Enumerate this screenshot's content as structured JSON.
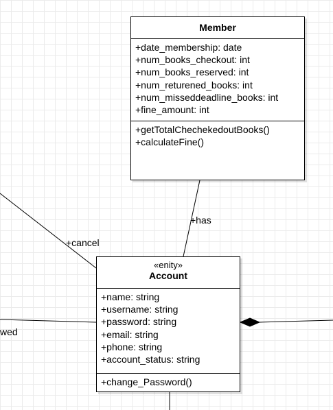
{
  "classes": {
    "member": {
      "name": "Member",
      "attributes": [
        "+date_membership: date",
        "+num_books_checkout: int",
        "+num_books_reserved: int",
        "+num_returened_books: int",
        "+num_misseddeadline_books: int",
        "+fine_amount: int"
      ],
      "methods": [
        "+getTotalChechekedoutBooks()",
        "+calculateFine()"
      ]
    },
    "account": {
      "stereotype": "«enity»",
      "name": "Account",
      "attributes": [
        "+name: string",
        "+username: string",
        "+password: string",
        "+email: string",
        "+phone: string",
        "+account_status: string"
      ],
      "methods": [
        "+change_Password()"
      ]
    }
  },
  "edges": {
    "has_label": "+has",
    "cancel_label": "+cancel",
    "left_partial_label": "wed"
  },
  "colors": {
    "line": "#000000",
    "grid": "#ebebeb",
    "background": "#ffffff"
  }
}
